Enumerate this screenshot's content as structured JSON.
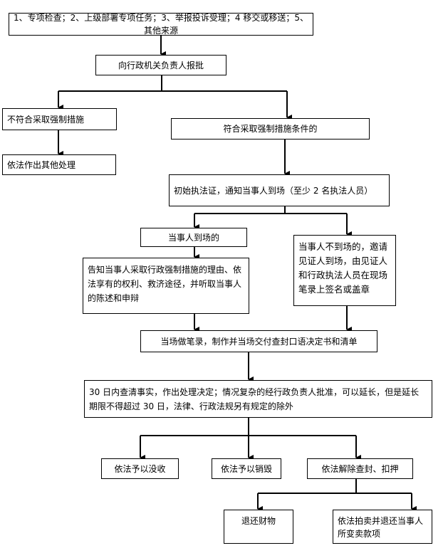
{
  "nodes": {
    "sources": "1、专项检查；2、上级部署专项任务；3、举报投诉受理；4 移交或移送；5、其他来源",
    "report": "向行政机关负责人报批",
    "not_eligible": "不符合采取强制措施",
    "other_handling": "依法作出其他处理",
    "eligible": "符合采取强制措施条件的",
    "show_cert": "初始执法证，通知当事人到场（至少 2 名执法人员）",
    "party_present": "当事人到场的",
    "party_absent": "当事人不到场的，邀请见证人到场，由见证人和行政执法人员在现场笔录上签名或盖章",
    "inform": "告知当事人采取行政强制措施的理由、依法享有的权利、救济途径，并听取当事人的陈述和申辩",
    "record": "当场做笔录，制作并当场交付查封口语决定书和清单",
    "investigate": "30 日内查清事实，作出处理决定；情况复杂的经行政负责人批准，可以延长，但是延长期限不得超过 30 日，法律、行政法规另有规定的除外",
    "confiscate": "依法予以没收",
    "destroy": "依法予以销毁",
    "release": "依法解除查封、扣押",
    "return": "退还财物",
    "auction": "依法拍卖并退还当事人所变卖款项"
  }
}
